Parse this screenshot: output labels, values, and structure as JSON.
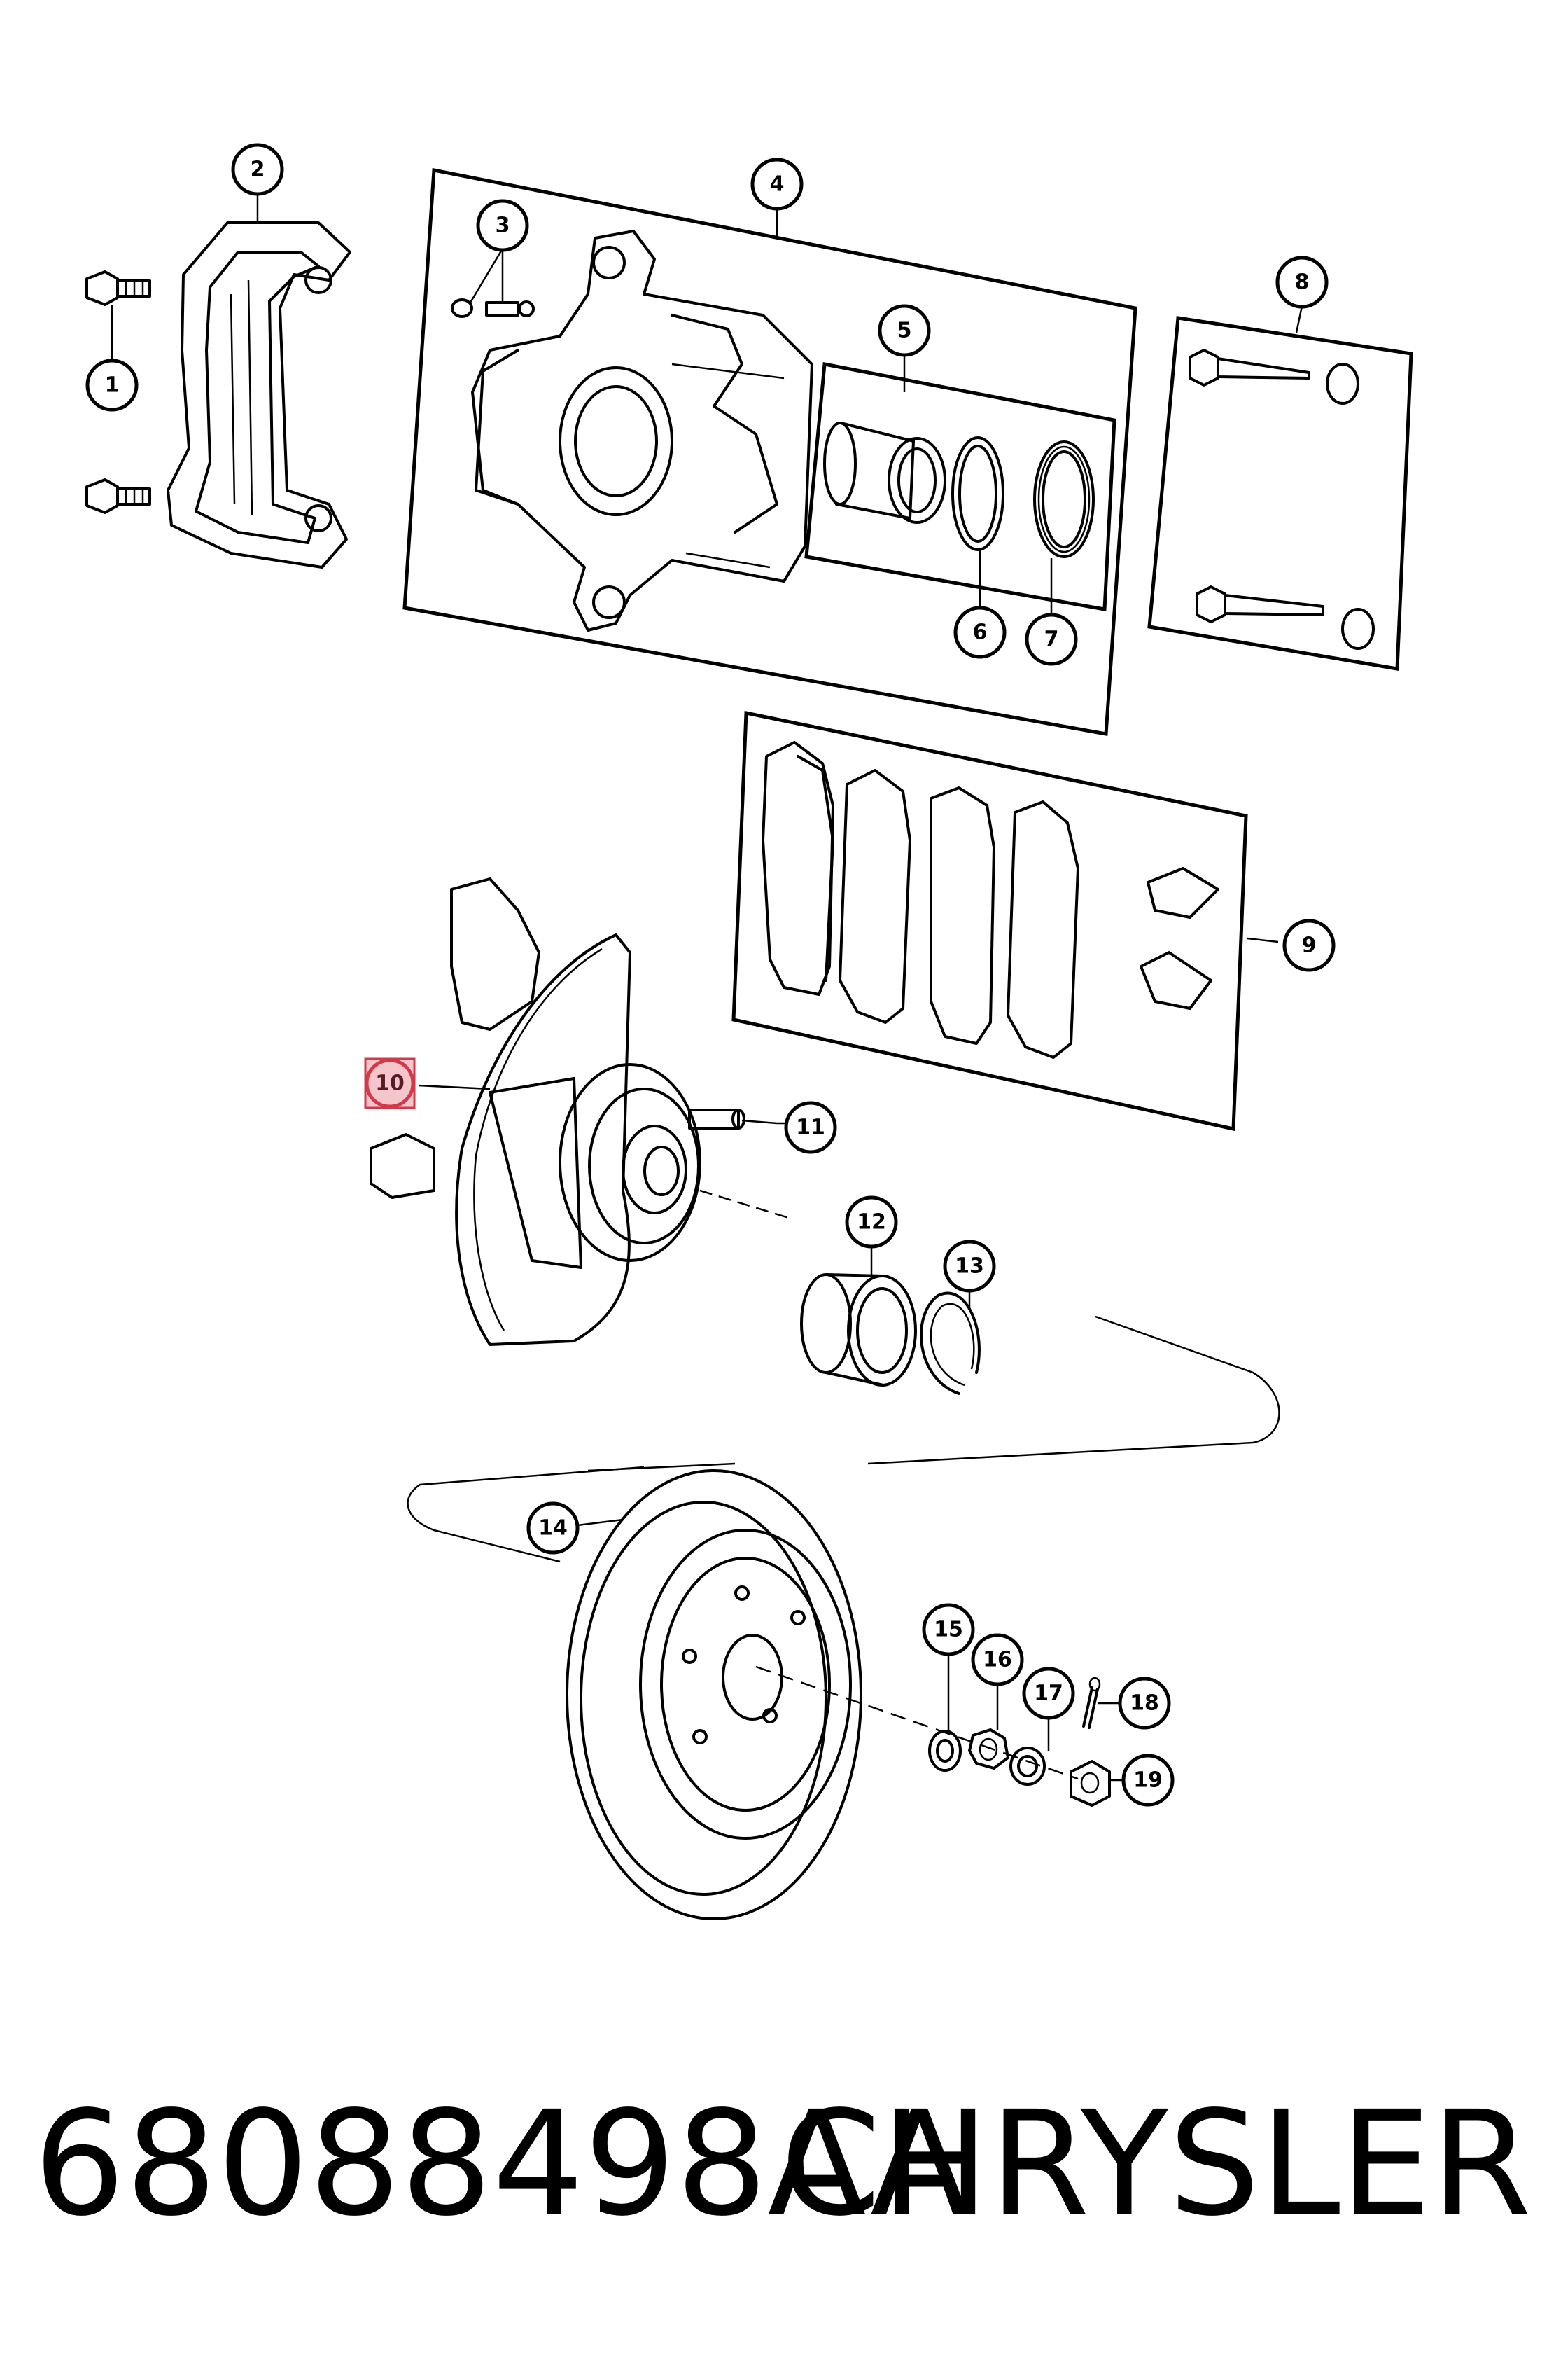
{
  "callouts": [
    "1",
    "2",
    "3",
    "4",
    "5",
    "6",
    "7",
    "8",
    "9",
    "10",
    "11",
    "12",
    "13",
    "14",
    "15",
    "16",
    "17",
    "18",
    "19"
  ],
  "highlighted_callout": "10",
  "highlight_color": "#f4c6cc",
  "footer": {
    "part_number": "68088498AA",
    "brand": "CHRYSLER"
  }
}
